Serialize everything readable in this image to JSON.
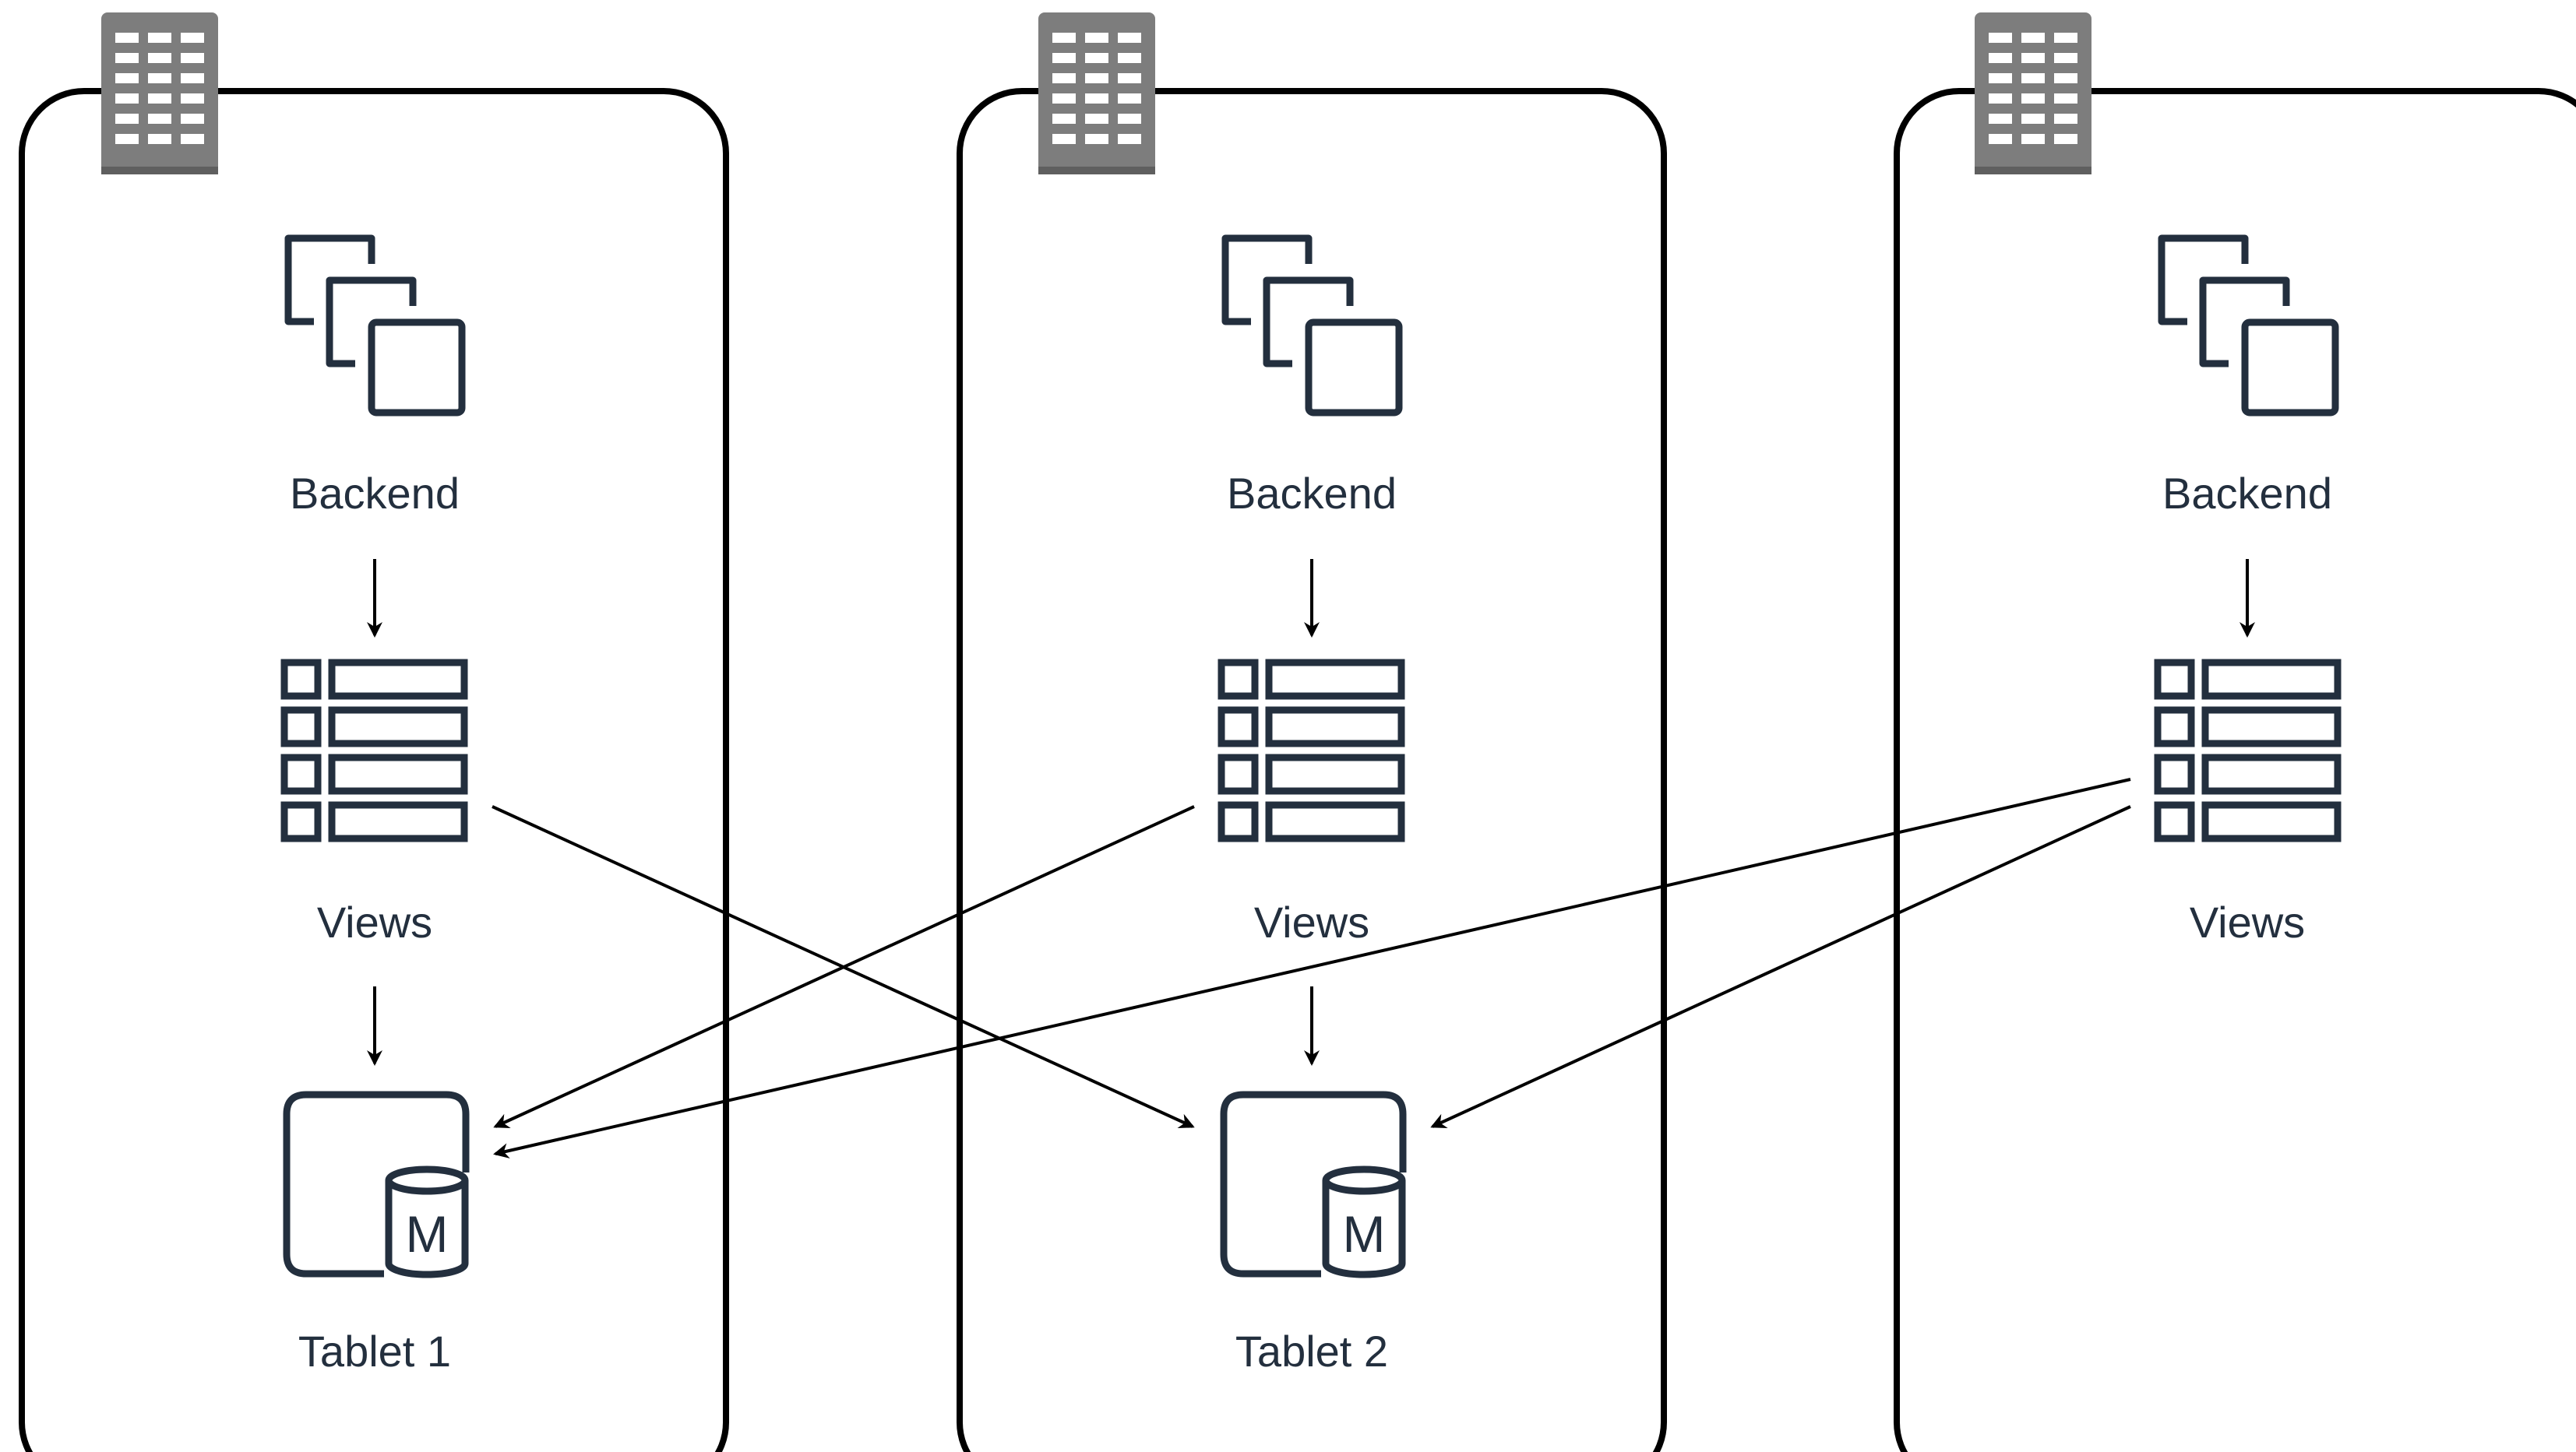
{
  "zones": [
    {
      "backend_label": "Backend",
      "views_label": "Views",
      "tablet_label": "Tablet 1",
      "tablet_badge": "M",
      "icons": [
        "building-icon",
        "backend-instances-icon",
        "views-table-icon",
        "tablet-database-icon"
      ]
    },
    {
      "backend_label": "Backend",
      "views_label": "Views",
      "tablet_label": "Tablet 2",
      "tablet_badge": "M",
      "icons": [
        "building-icon",
        "backend-instances-icon",
        "views-table-icon",
        "tablet-database-icon"
      ]
    },
    {
      "backend_label": "Backend",
      "views_label": "Views",
      "icons": [
        "building-icon",
        "backend-instances-icon",
        "views-table-icon"
      ]
    }
  ],
  "connections": [
    {
      "from": "zone-1-backend",
      "to": "zone-1-views"
    },
    {
      "from": "zone-1-views",
      "to": "zone-1-tablet"
    },
    {
      "from": "zone-1-views",
      "to": "zone-2-tablet"
    },
    {
      "from": "zone-2-backend",
      "to": "zone-2-views"
    },
    {
      "from": "zone-2-views",
      "to": "zone-2-tablet"
    },
    {
      "from": "zone-2-views",
      "to": "zone-1-tablet"
    },
    {
      "from": "zone-3-backend",
      "to": "zone-3-views"
    },
    {
      "from": "zone-3-views",
      "to": "zone-1-tablet"
    },
    {
      "from": "zone-3-views",
      "to": "zone-2-tablet"
    }
  ],
  "colors": {
    "icon_stroke": "#232f3e",
    "building_fill": "#7d7d7d",
    "zone_border": "#000000",
    "arrow": "#000000"
  }
}
